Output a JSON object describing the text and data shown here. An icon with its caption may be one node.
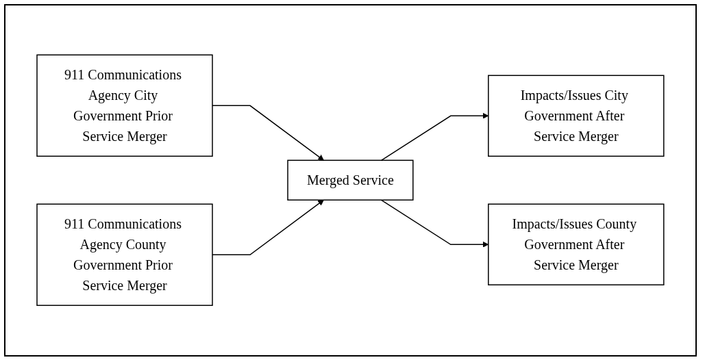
{
  "diagram": {
    "nodes": [
      {
        "text": [
          "911 Communications Agency City Government Prior Service Merger"
        ]
      },
      {
        "text": [
          "911 Communications Agency County Government Prior Service Merger"
        ]
      },
      {
        "text": [
          "Merged Service"
        ]
      },
      {
        "text": [
          "Impacts/Issues City Government After Service Merger"
        ]
      },
      {
        "text": [
          "Impacts/Issues County Government After Service Merger"
        ]
      }
    ],
    "edges": [
      {
        "from": 0,
        "to": 2,
        "arrow": "to"
      },
      {
        "from": 1,
        "to": 2,
        "arrow": "to"
      },
      {
        "from": 2,
        "to": 3,
        "arrow": "to"
      },
      {
        "from": 2,
        "to": 4,
        "arrow": "to"
      }
    ]
  }
}
